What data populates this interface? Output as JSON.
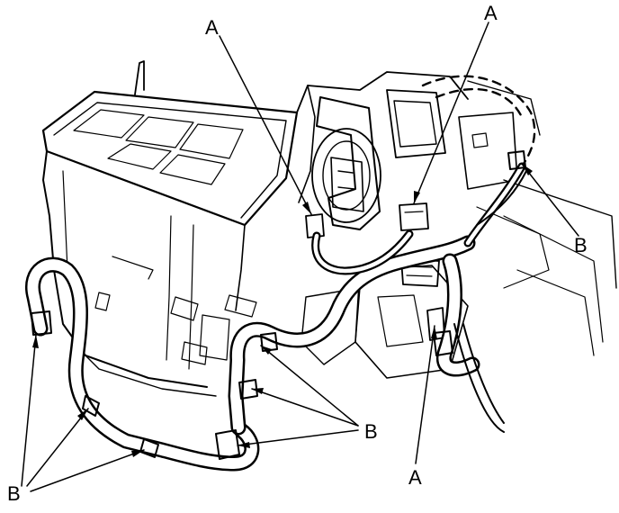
{
  "figure": {
    "callouts": {
      "a_top_left": "A",
      "a_top_right": "A",
      "a_bottom": "A",
      "b_right": "B",
      "b_middle": "B",
      "b_bottom_left": "B"
    },
    "colors": {
      "line": "#000000",
      "background": "#ffffff"
    }
  }
}
